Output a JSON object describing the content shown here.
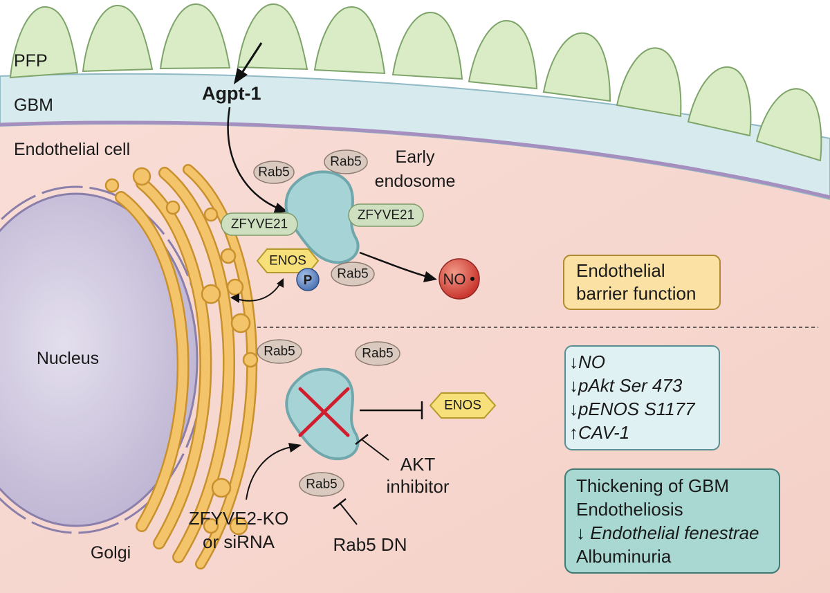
{
  "labels": {
    "pfp": "PFP",
    "gbm": "GBM",
    "agpt1": "Agpt-1",
    "endothelial_cell": "Endothelial cell",
    "early_endosome_line1": "Early",
    "early_endosome_line2": "endosome",
    "nucleus": "Nucleus",
    "golgi": "Golgi",
    "no_radical": "NO",
    "phospho": "P",
    "akt_inhibitor_line1": "AKT",
    "akt_inhibitor_line2": "inhibitor",
    "ko_line1": "ZFYVE2-KO",
    "ko_line2": "or siRNA",
    "rab5_dn": "Rab5 DN"
  },
  "proteins": {
    "rab5": "Rab5",
    "zfyve21": "ZFYVE21",
    "enos": "ENOS"
  },
  "boxes": {
    "barrier": [
      "Endothelial",
      "barrier function"
    ],
    "markers": [
      {
        "arrow": "↓",
        "text": "NO"
      },
      {
        "arrow": "↓",
        "text": "pAkt Ser 473"
      },
      {
        "arrow": "↓",
        "text": "pENOS S1177"
      },
      {
        "arrow": "↑",
        "text": "CAV-1"
      }
    ],
    "phenotype": [
      {
        "prefix": "",
        "text": "Thickening of GBM",
        "italic": false
      },
      {
        "prefix": "",
        "text": "Endotheliosis",
        "italic": false
      },
      {
        "prefix": "↓ ",
        "text": "Endothelial fenestrae",
        "italic": true
      },
      {
        "prefix": "",
        "text": "Albuminuria",
        "italic": false
      }
    ]
  },
  "colors": {
    "cytoplasm": "#f6d6cf",
    "gbm": "#d6eaee",
    "podocyte": "#d8ebc4",
    "nucleus": "#cdc6dc",
    "golgi": "#f3c46a",
    "endosome": "#a6d4d6",
    "rab5": "#d9c9bf",
    "zfyve21": "#cfe0c0",
    "enos": "#f7e07a",
    "no": "#d9534a",
    "barrier_box": "#fbe2a4",
    "marker_box": "#dff1f3",
    "phenotype_box": "#a9d8d2",
    "inhibition_cross": "#d11e2e"
  }
}
